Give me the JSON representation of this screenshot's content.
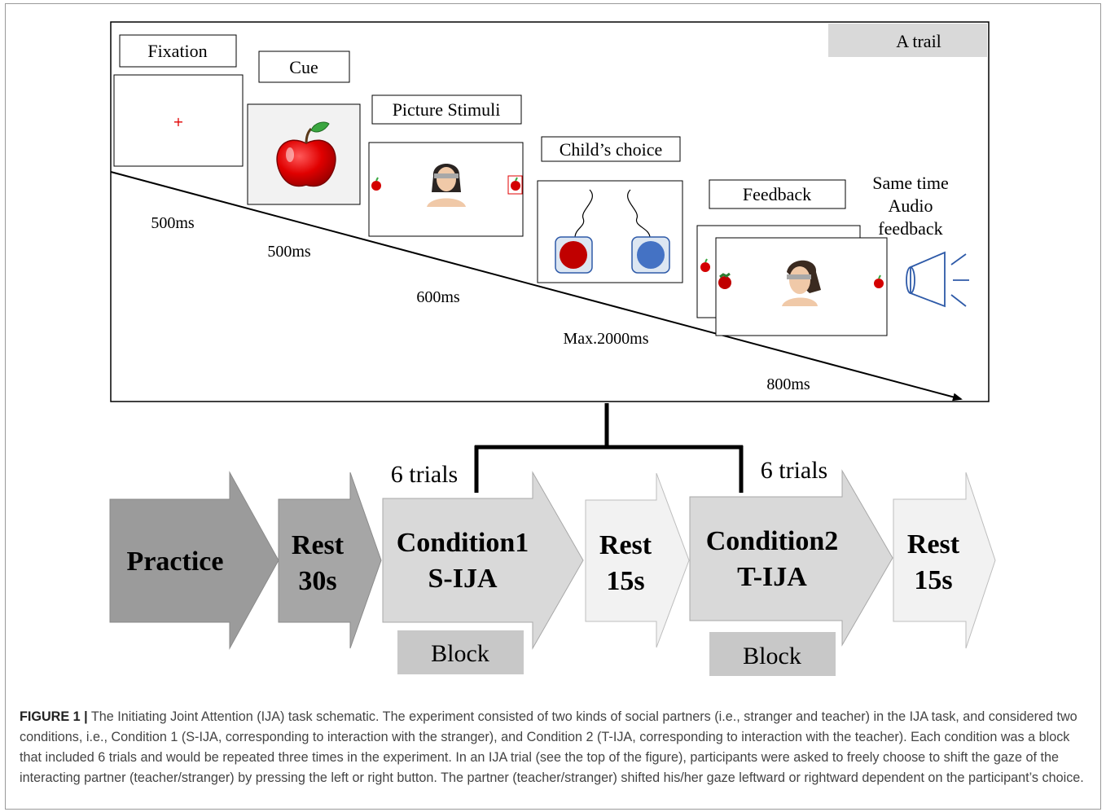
{
  "trial": {
    "tag": "A trail",
    "stages": [
      {
        "label": "Fixation",
        "duration": "500ms"
      },
      {
        "label": "Cue",
        "duration": "500ms"
      },
      {
        "label": "Picture Stimuli",
        "duration": "600ms"
      },
      {
        "label": "Child’s choice",
        "duration": "Max.2000ms"
      },
      {
        "label": "Feedback",
        "duration": "800ms"
      }
    ],
    "fixation_symbol": "+",
    "audio_note_lines": [
      "Same time",
      "Audio",
      "feedback"
    ]
  },
  "sequence": {
    "blocks": [
      {
        "line1": "Practice",
        "line2": ""
      },
      {
        "line1": "Rest",
        "line2": "30s"
      },
      {
        "line1": "Condition1",
        "line2": "S-IJA"
      },
      {
        "line1": "Rest",
        "line2": "15s"
      },
      {
        "line1": "Condition2",
        "line2": "T-IJA"
      },
      {
        "line1": "Rest",
        "line2": "15s"
      }
    ],
    "trials_labels": [
      "6 trials",
      "6 trials"
    ],
    "block_labels": [
      "Block",
      "Block"
    ]
  },
  "caption": {
    "label": "FIGURE 1 |",
    "text": " The Initiating Joint Attention (IJA) task schematic. The experiment consisted of two kinds of social partners (i.e., stranger and teacher) in the IJA task, and considered two conditions, i.e., Condition 1 (S-IJA, corresponding to interaction with the stranger), and Condition 2 (T-IJA, corresponding to interaction with the teacher). Each condition was a block that included 6 trials and would be repeated three times in the experiment. In an IJA trial (see the top of the figure), participants were asked to freely choose to shift the gaze of the interacting partner (teacher/stranger) by pressing the left or right button. The partner (teacher/stranger) shifted his/her gaze leftward or rightward dependent on the participant’s choice."
  },
  "colors": {
    "practice": "#9b9b9b",
    "rest30": "#a6a6a6",
    "condition": "#d9d9d9",
    "rest15": "#f2f2f2",
    "label_box": "#c8c8c8",
    "button_red": "#c00000",
    "button_blue": "#4472c4",
    "speaker": "#2e5aa8"
  }
}
